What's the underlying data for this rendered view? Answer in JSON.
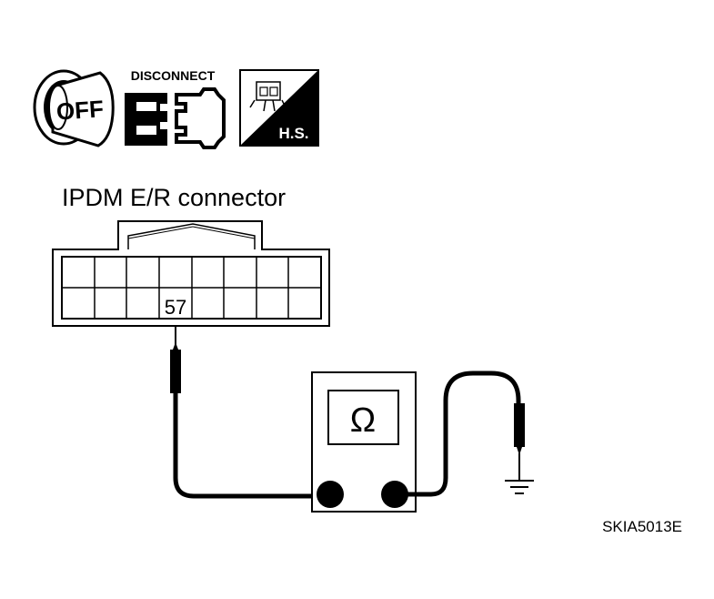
{
  "icons": {
    "ignition": {
      "icon": "ignition-key-off-icon",
      "label": "OFF"
    },
    "disconnect": {
      "icon": "disconnect-connector-icon",
      "label": "DISCONNECT"
    },
    "harness_side": {
      "icon": "harness-side-icon",
      "label": "H.S."
    }
  },
  "connector": {
    "title": "IPDM E/R connector",
    "terminal": "57"
  },
  "meter": {
    "icon": "ohmmeter-icon",
    "symbol": "Ω"
  },
  "ground": {
    "icon": "ground-symbol-icon"
  },
  "figure_id": "SKIA5013E"
}
